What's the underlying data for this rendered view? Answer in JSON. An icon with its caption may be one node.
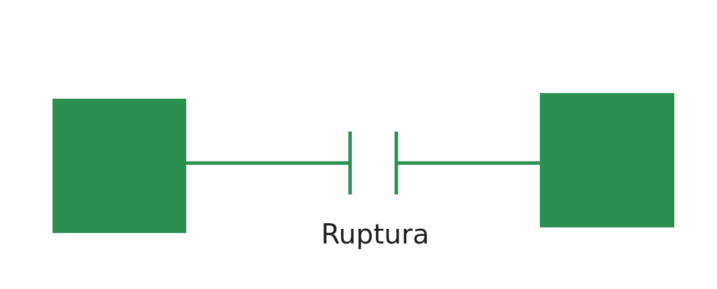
{
  "diagram": {
    "nodes": [
      {
        "text": [],
        "shape": "box"
      },
      {
        "text": [],
        "shape": "box"
      }
    ],
    "edges": [
      {
        "from": 0,
        "to": null,
        "arrow": "other"
      },
      {
        "from": 1,
        "to": null,
        "arrow": "other"
      }
    ],
    "labels": [
      "Ruptura"
    ]
  }
}
